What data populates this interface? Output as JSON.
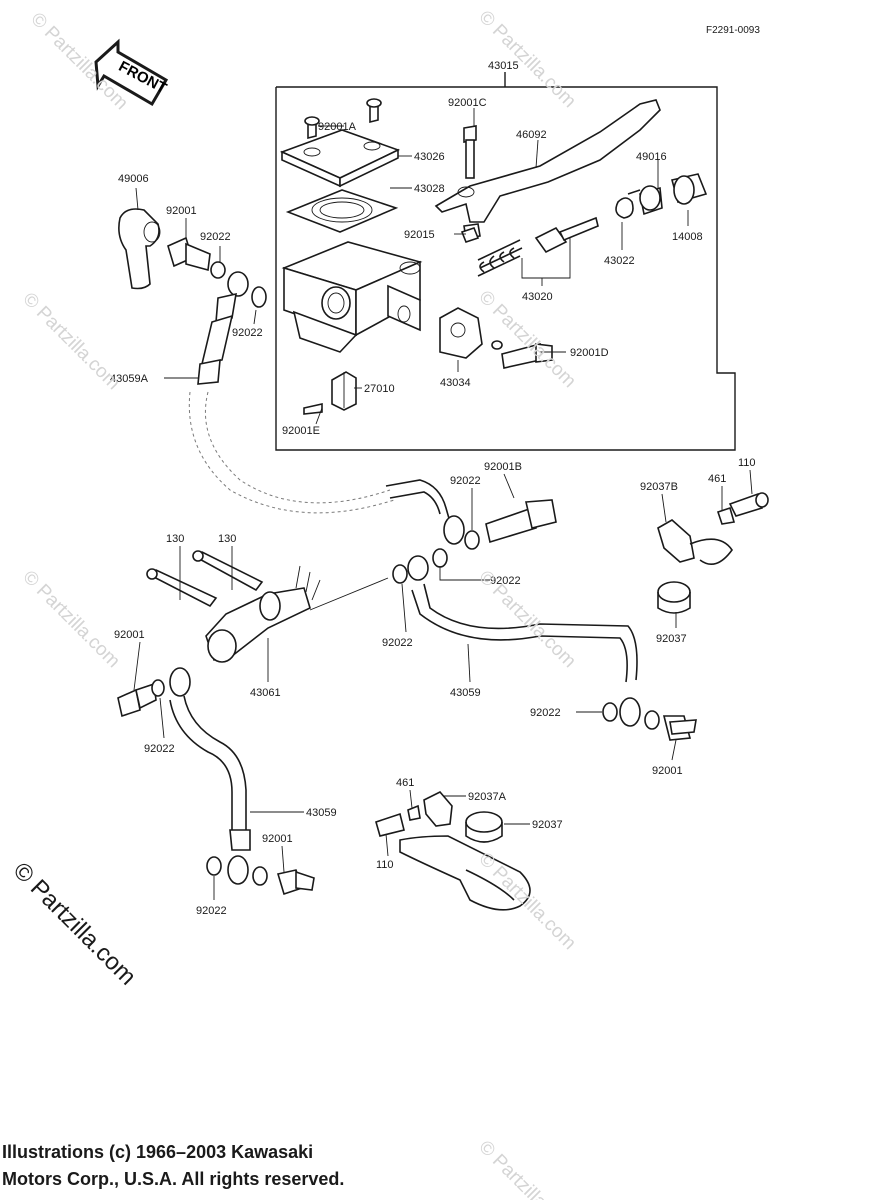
{
  "figure_code": "F2291-0093",
  "front_label": "FRONT",
  "watermark": "© Partzilla.com",
  "copyright": {
    "line1": "Illustrations (c) 1966–2003 Kawasaki",
    "line2": "Motors Corp., U.S.A.  All rights reserved."
  },
  "parts": {
    "p43015": "43015",
    "p92001C": "92001C",
    "p46092": "46092",
    "p92001A": "92001A",
    "p43026": "43026",
    "p43028": "43028",
    "p49016": "49016",
    "p49006": "49006",
    "p92001_tl": "92001",
    "p92022_tl": "92022",
    "p92015": "92015",
    "p43022": "43022",
    "p14008": "14008",
    "p43020": "43020",
    "p92022_ml": "92022",
    "p43034": "43034",
    "p92001D": "92001D",
    "p43059A": "43059A",
    "p27010": "27010",
    "p92001E": "92001E",
    "p92001B": "92001B",
    "p92022_c1": "92022",
    "p110_r": "110",
    "p461_r": "461",
    "p92037B": "92037B",
    "p130_a": "130",
    "p130_b": "130",
    "p92022_c2": "92022",
    "p92022_c3": "92022",
    "p92037_r": "92037",
    "p92001_l": "92001",
    "p43061": "43061",
    "p43059_c": "43059",
    "p92022_r": "92022",
    "p92022_l": "92022",
    "p92001_r": "92001",
    "p461_b": "461",
    "p92037A": "92037A",
    "p43059_b": "43059",
    "p92037_b": "92037",
    "p92001_b": "92001",
    "p110_b": "110",
    "p92022_b": "92022"
  }
}
